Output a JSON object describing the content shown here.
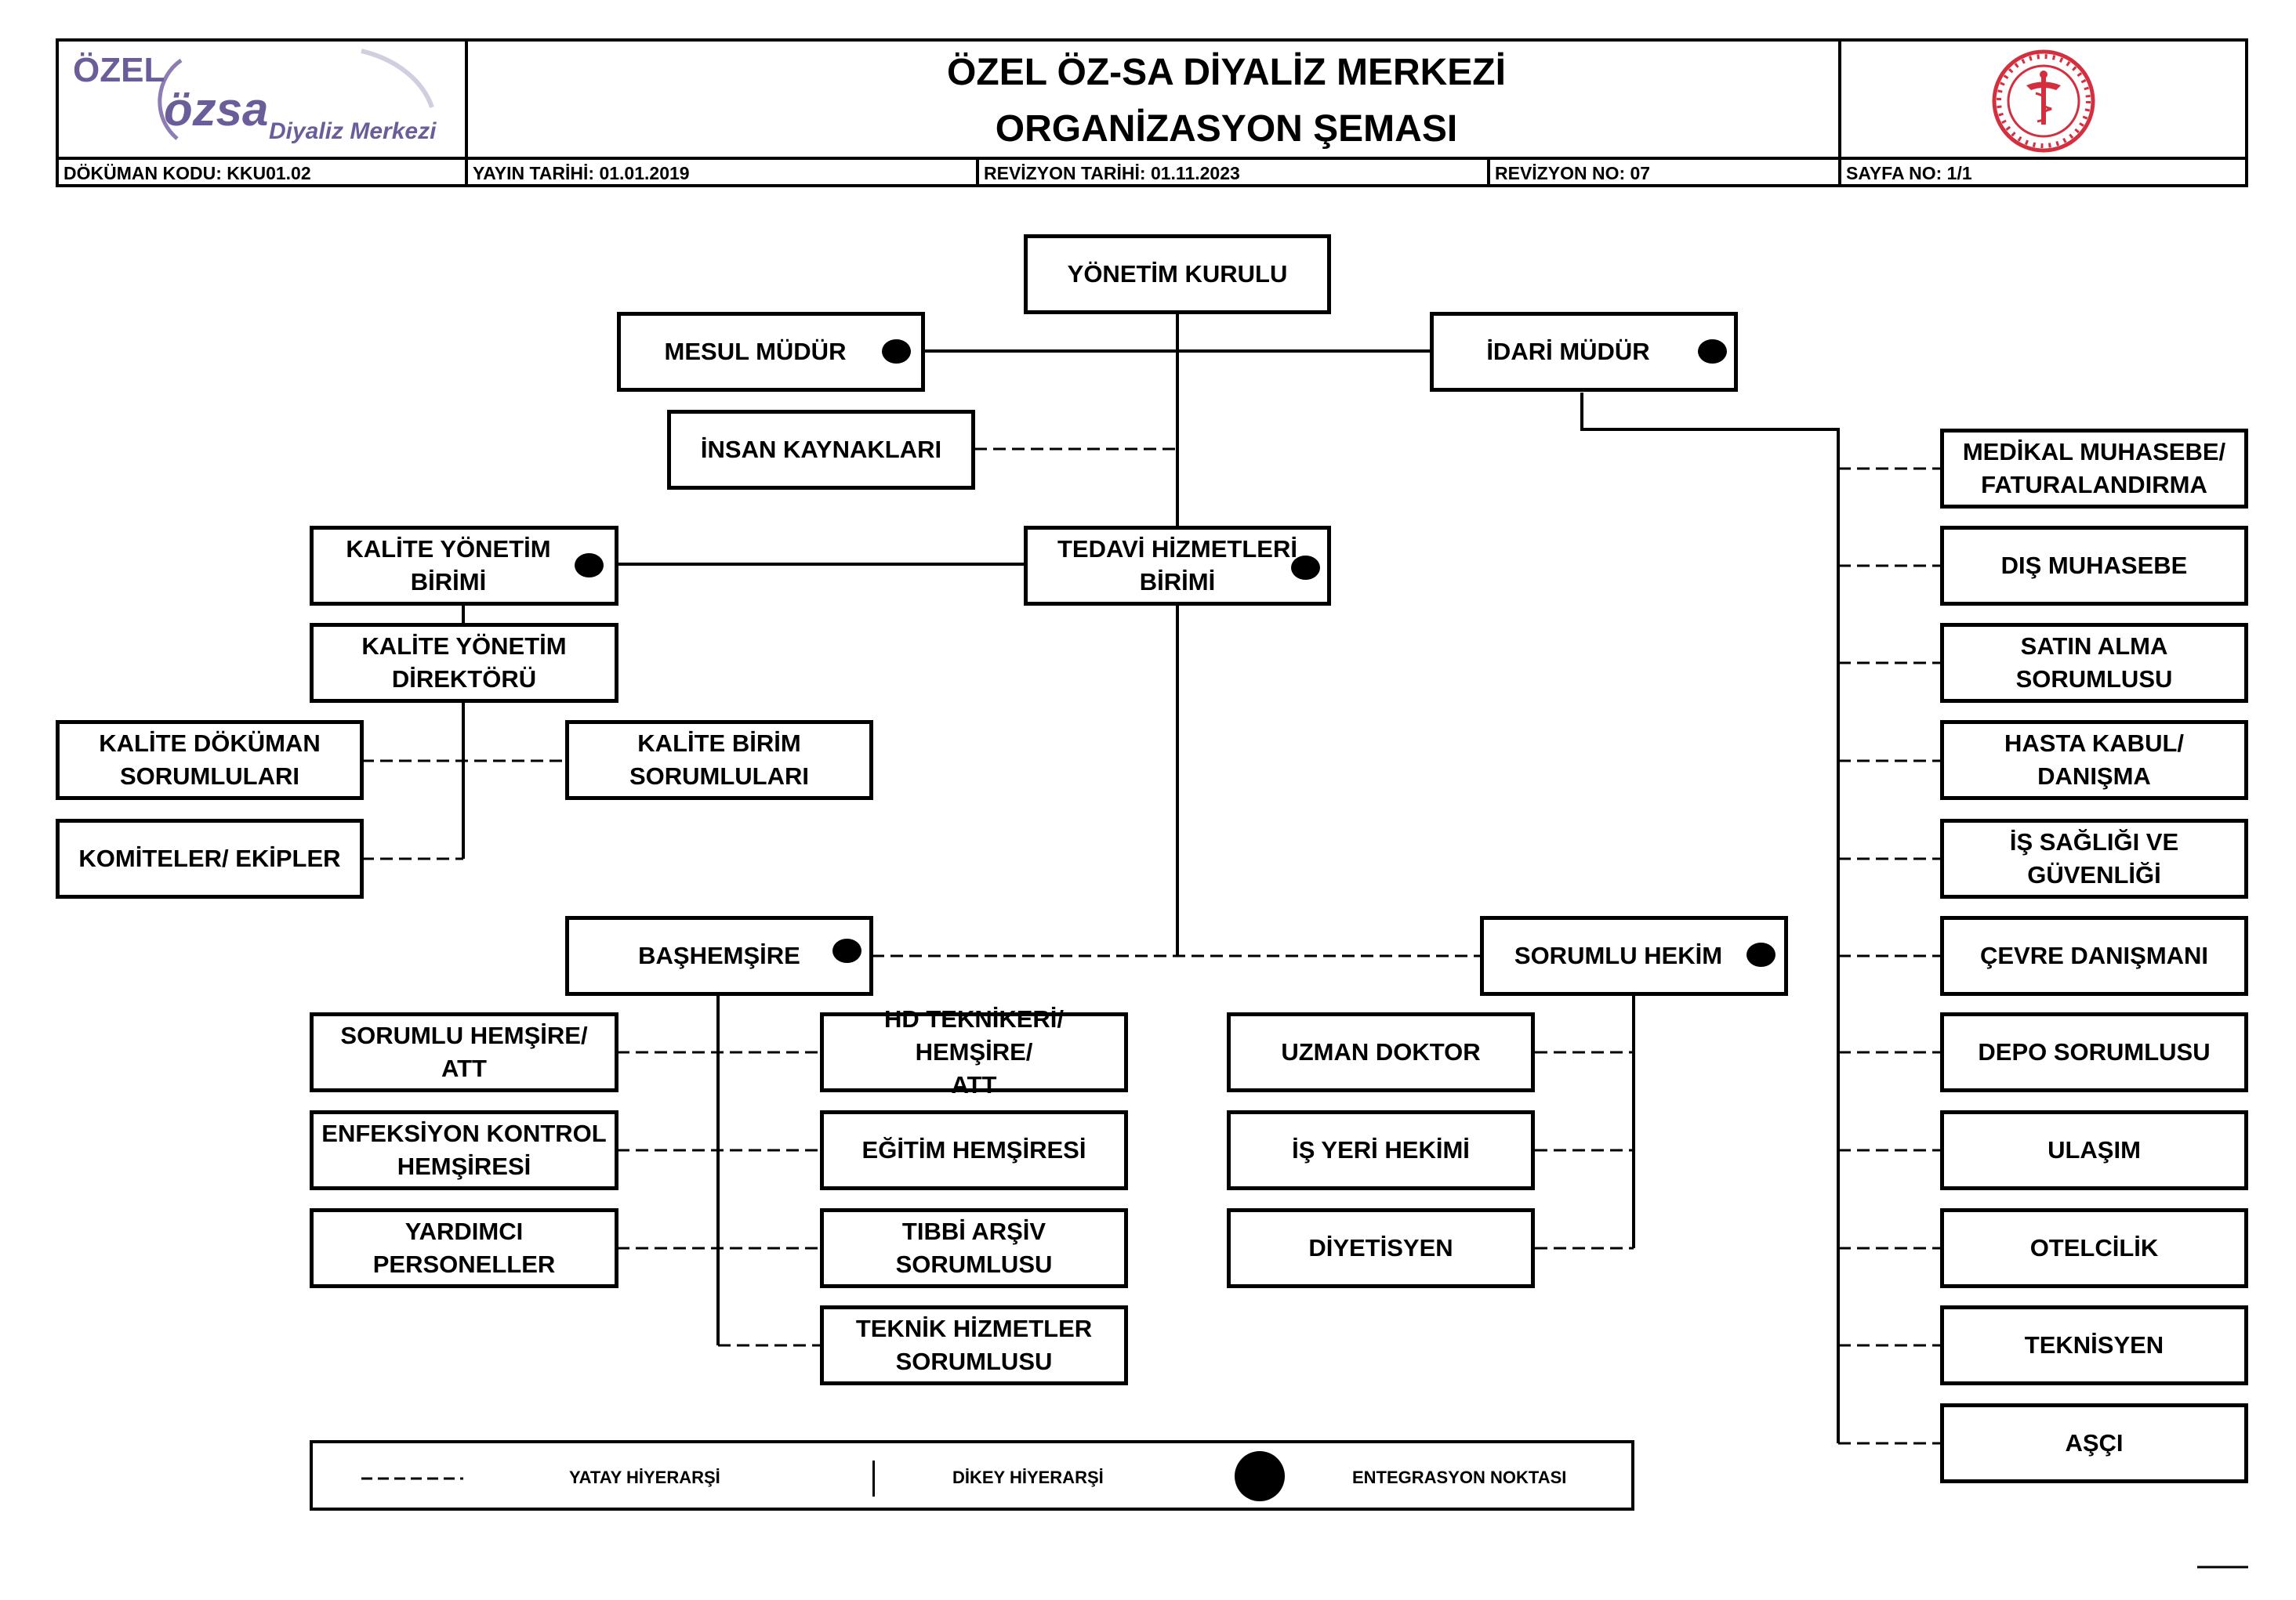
{
  "header": {
    "logo": {
      "line1": "ÖZEL",
      "line2": "özsa",
      "line3": "Diyaliz Merkezi"
    },
    "title_line1": "ÖZEL ÖZ-SA DİYALİZ MERKEZİ",
    "title_line2": "ORGANİZASYON ŞEMASI",
    "doc_code": "DÖKÜMAN KODU: KKU01.02",
    "publish_date": "YAYIN TARİHİ: 01.01.2019",
    "revision_date": "REVİZYON TARİHİ: 01.11.2023",
    "revision_no": "REVİZYON NO: 07",
    "page_no": "SAYFA NO: 1/1",
    "seal_icon": "ministry-seal-icon",
    "seal_color": "#d32f3f"
  },
  "nodes": {
    "yonetim_kurulu": "YÖNETİM KURULU",
    "mesul_mudur": "MESUL MÜDÜR",
    "idari_mudur": "İDARİ MÜDÜR",
    "insan_kaynaklari": "İNSAN KAYNAKLARI",
    "kalite_yonetim_birimi": "KALİTE YÖNETİM\nBİRİMİ",
    "tedavi_hizmetleri": "TEDAVİ HİZMETLERİ\nBİRİMİ",
    "kalite_direktoru": "KALİTE YÖNETİM\nDİREKTÖRÜ",
    "kalite_dokuman": "KALİTE DÖKÜMAN\nSORUMLULARI",
    "kalite_birim": "KALİTE BİRİM\nSORUMLULARI",
    "komiteler": "KOMİTELER/ EKİPLER",
    "bashemsire": "BAŞHEMŞİRE",
    "sorumlu_hekim": "SORUMLU HEKİM",
    "sorumlu_hemsire": "SORUMLU HEMŞİRE/ ATT",
    "enfeksiyon": "ENFEKSİYON KONTROL\nHEMŞİRESİ",
    "yardimci": "YARDIMCI PERSONELLER",
    "hd_teknikeri": "HD TEKNİKERİ/ HEMŞİRE/\nATT",
    "egitim": "EĞİTİM HEMŞİRESİ",
    "tibbi_arsiv": "TIBBİ ARŞİV SORUMLUSU",
    "teknik_hizmetler": "TEKNİK HİZMETLER\nSORUMLUSU",
    "uzman_doktor": "UZMAN DOKTOR",
    "is_yeri_hekimi": "İŞ YERİ HEKİMİ",
    "diyetisyen": "DİYETİSYEN",
    "medikal_muhasebe": "MEDİKAL MUHASEBE/\nFATURALANDIRMA",
    "dis_muhasebe": "DIŞ MUHASEBE",
    "satin_alma": "SATIN ALMA SORUMLUSU",
    "hasta_kabul": "HASTA KABUL/ DANIŞMA",
    "is_sagligi": "İŞ SAĞLIĞI VE GÜVENLİĞİ",
    "cevre": "ÇEVRE DANIŞMANI",
    "depo": "DEPO SORUMLUSU",
    "ulasim": "ULAŞIM",
    "otelcilik": "OTELCİLİK",
    "teknisyen": "TEKNİSYEN",
    "asci": "AŞÇI"
  },
  "legend": {
    "horizontal": "YATAY HİYERARŞİ",
    "vertical": "DİKEY HİYERARŞİ",
    "integration": "ENTEGRASYON NOKTASI"
  }
}
